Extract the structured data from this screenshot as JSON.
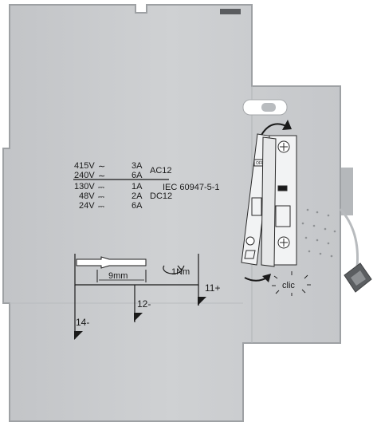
{
  "ratings": {
    "ac_rows": [
      {
        "voltage": "415V",
        "current": "3A"
      },
      {
        "voltage": "240V",
        "current": "6A"
      }
    ],
    "ac_category": "AC12",
    "dc_rows": [
      {
        "voltage": "130V",
        "current": "1A"
      },
      {
        "voltage": "48V",
        "current": "2A"
      },
      {
        "voltage": "24V",
        "current": "6A"
      }
    ],
    "dc_category": "DC12",
    "standard": "IEC 60947-5-1"
  },
  "terminal": {
    "strip_length": "9mm",
    "torque": "1Nm"
  },
  "terminals": {
    "t11": "11+",
    "t12": "12-",
    "t14": "14-"
  },
  "mechanism": {
    "off_mark": "OFF",
    "clic": "clic"
  },
  "colors": {
    "housing": "#c9cbcd",
    "housing_edge": "#9ea1a4",
    "ink": "#1a1a1a"
  }
}
